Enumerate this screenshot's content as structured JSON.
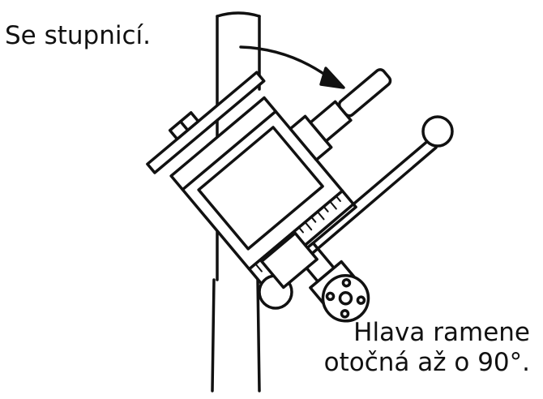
{
  "labels": {
    "scale": "Se stupnicí.",
    "head_line1": "Hlava ramene",
    "head_line2": "otočná až o 90°."
  },
  "colors": {
    "ink": "#111111",
    "background": "#ffffff"
  },
  "rotation_limit_deg": 90
}
